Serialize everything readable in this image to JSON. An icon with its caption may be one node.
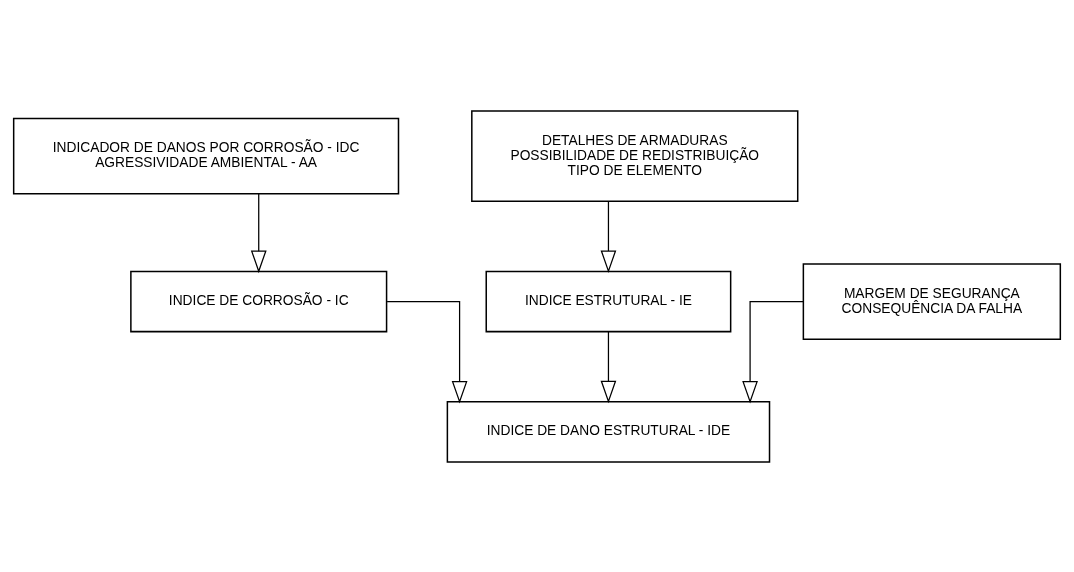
{
  "diagram": {
    "nodes": [
      {
        "text": [
          "INDICADOR DE DANOS POR CORROSÃO - IDC",
          "AGRESSIVIDADE AMBIENTAL - AA"
        ]
      },
      {
        "text": [
          "DETALHES DE ARMADURAS",
          "POSSIBILIDADE DE REDISTRIBUIÇÃO",
          "TIPO DE ELEMENTO"
        ]
      },
      {
        "text": [
          "INDICE DE CORROSÃO - IC"
        ]
      },
      {
        "text": [
          "INDICE ESTRUTURAL - IE"
        ]
      },
      {
        "text": [
          "MARGEM DE SEGURANÇA",
          "CONSEQUÊNCIA DA FALHA"
        ]
      },
      {
        "text": [
          "INDICE DE DANO ESTRUTURAL - IDE"
        ]
      }
    ],
    "edges": [
      {
        "from": 0,
        "to": 2,
        "arrow": "to"
      },
      {
        "from": 1,
        "to": 3,
        "arrow": "to"
      },
      {
        "from": 2,
        "to": 5,
        "arrow": "to"
      },
      {
        "from": 3,
        "to": 5,
        "arrow": "to"
      },
      {
        "from": 4,
        "to": 5,
        "arrow": "to"
      }
    ]
  }
}
